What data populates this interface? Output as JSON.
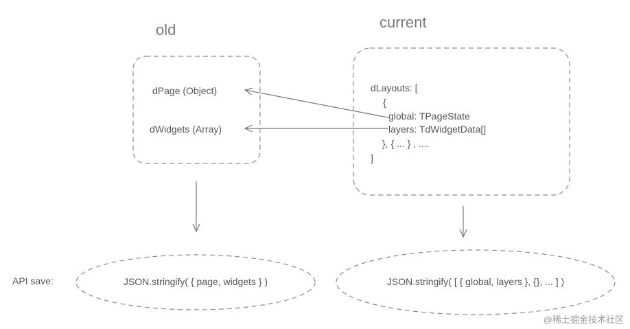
{
  "old": {
    "title": "old",
    "fields": [
      "dPage (Object)",
      "dWidgets (Array)"
    ],
    "save_text": "JSON.stringify( { page, widgets } )"
  },
  "current": {
    "title": "current",
    "code_lines": [
      "dLayouts: [",
      "{",
      "global: TPageState",
      "layers: TdWidgetData[]",
      "}, { ... } , ....",
      "]"
    ],
    "save_text": "JSON.stringify( [ { global, layers }, {}, ... ] )"
  },
  "api_label": "API save:",
  "watermark": "@稀土掘金技术社区",
  "colors": {
    "stroke": "#8a8a8a",
    "text": "#555555",
    "title": "#7a7a7a",
    "background": "#ffffff"
  }
}
